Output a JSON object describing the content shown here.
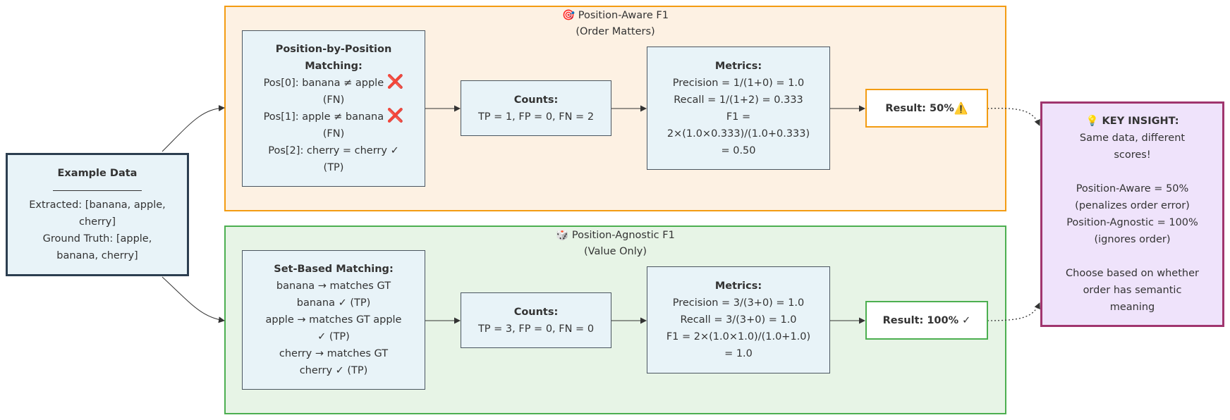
{
  "example": {
    "title": "Example Data",
    "lines": [
      "Extracted: [banana, apple,",
      "cherry]",
      "Ground Truth: [apple,",
      "banana, cherry]"
    ]
  },
  "aware": {
    "title_icon": "🎯",
    "title": "Position-Aware F1",
    "subtitle": "(Order Matters)",
    "matching": {
      "title_lines": [
        "Position-by-Position",
        "Matching:"
      ],
      "lines": [
        {
          "text": "Pos[0]: banana ≠ apple ",
          "mark": "❌"
        },
        {
          "text": "(FN)",
          "mark": ""
        },
        {
          "text": "Pos[1]: apple ≠ banana ",
          "mark": "❌"
        },
        {
          "text": "(FN)",
          "mark": ""
        },
        {
          "text": "Pos[2]: cherry = cherry ✓",
          "mark": ""
        },
        {
          "text": "(TP)",
          "mark": ""
        }
      ]
    },
    "counts": {
      "title": "Counts:",
      "line": "TP = 1, FP = 0, FN = 2"
    },
    "metrics": {
      "title": "Metrics:",
      "lines": [
        "Precision = 1/(1+0) = 1.0",
        "Recall = 1/(1+2) = 0.333",
        "F1 =",
        "2×(1.0×0.333)/(1.0+0.333)",
        "= 0.50"
      ]
    },
    "result": {
      "text": "Result: 50% ",
      "icon": "⚠️"
    }
  },
  "agnostic": {
    "title_icon": "🎲",
    "title": "Position-Agnostic F1",
    "subtitle": "(Value Only)",
    "matching": {
      "title_lines": [
        "Set-Based Matching:"
      ],
      "lines": [
        "banana → matches GT",
        "banana ✓ (TP)",
        "apple → matches GT apple",
        "✓ (TP)",
        "cherry → matches GT",
        "cherry ✓ (TP)"
      ]
    },
    "counts": {
      "title": "Counts:",
      "line": "TP = 3, FP = 0, FN = 0"
    },
    "metrics": {
      "title": "Metrics:",
      "lines": [
        "Precision = 3/(3+0) = 1.0",
        "Recall = 3/(3+0) = 1.0",
        "F1 = 2×(1.0×1.0)/(1.0+1.0)",
        "= 1.0"
      ]
    },
    "result": {
      "text": "Result: 100% ✓"
    }
  },
  "insight": {
    "title": "💡 KEY INSIGHT:",
    "lines": [
      "Same data, different",
      "scores!",
      "",
      "Position-Aware = 50%",
      "(penalizes order error)",
      "Position-Agnostic = 100%",
      "(ignores order)",
      "",
      "Choose based on whether",
      "order has semantic",
      "meaning"
    ]
  },
  "colors": {
    "aware_border": "#f39c12",
    "aware_fill": "#fdf1e3",
    "agnostic_border": "#4caf50",
    "agnostic_fill": "#e7f4e6",
    "insight_border": "#a0356e",
    "insight_fill": "#efe3fb",
    "node_fill": "#e8f3f8",
    "node_border": "#4a5560",
    "example_border": "#2c3e50"
  }
}
